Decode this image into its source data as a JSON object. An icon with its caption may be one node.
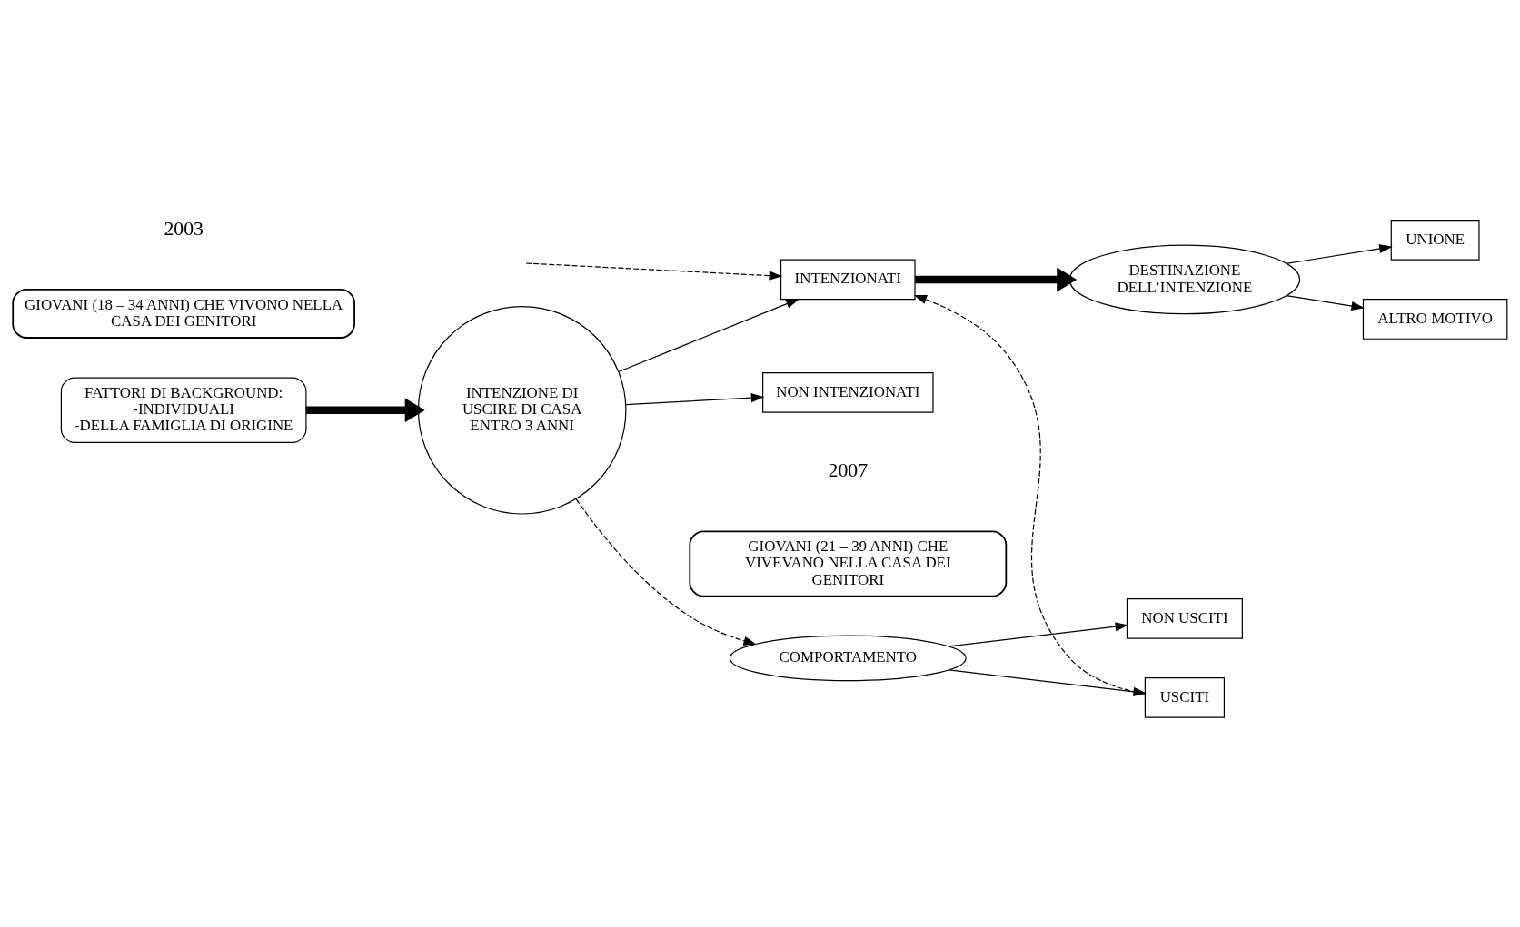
{
  "diagram": {
    "nodes": [
      {
        "text": [
          "GIOVANI (18 – 34 ANNI) CHE VIVONO NELLA CASA DEI GENITORI"
        ]
      },
      {
        "text": [
          "GIOVANI (21 – 39 ANNI) CHE VIVEVANO NELLA CASA DEI GENITORI"
        ]
      },
      {
        "text": [
          "FATTORI DI BACKGROUND:",
          "-INDIVIDUALI",
          "-DELLA FAMIGLIA DI ORIGINE"
        ]
      },
      {
        "text": [
          "INTENZIONE DI USCIRE DI CASA ENTRO 3 ANNI"
        ]
      },
      {
        "text": [
          "NON INTENZIONATI"
        ]
      },
      {
        "text": [
          "INTENZIONATI"
        ]
      },
      {
        "text": [
          "COMPORTAMENTO"
        ]
      },
      {
        "text": [
          "NON USCITI"
        ]
      },
      {
        "text": [
          "USCITI"
        ]
      },
      {
        "text": [
          "DESTINAZIONE DELL’INTENZIONE"
        ]
      },
      {
        "text": [
          "UNIONE"
        ]
      },
      {
        "text": [
          "ALTRO MOTIVO"
        ]
      }
    ],
    "edges": [
      {
        "from": 2,
        "to": 3,
        "arrow": "to",
        "style": "thick"
      },
      {
        "from": 3,
        "to": 4,
        "arrow": "to"
      },
      {
        "from": 3,
        "to": 5,
        "arrow": "to"
      },
      {
        "from": 3,
        "to": 6,
        "arrow": "to",
        "style": "dashed"
      },
      {
        "from": 6,
        "to": 7,
        "arrow": "to"
      },
      {
        "from": 6,
        "to": 8,
        "arrow": "to"
      },
      {
        "from": 5,
        "to": 9,
        "arrow": "to",
        "style": "thick"
      },
      {
        "from": 9,
        "to": 10,
        "arrow": "to"
      },
      {
        "from": 9,
        "to": 11,
        "arrow": "to"
      },
      {
        "from": 8,
        "to": 5,
        "arrow": "to",
        "style": "dashed"
      },
      {
        "from": null,
        "to": 5,
        "arrow": "to",
        "style": "dashed"
      }
    ],
    "labels": [
      "2003",
      "2007"
    ]
  }
}
